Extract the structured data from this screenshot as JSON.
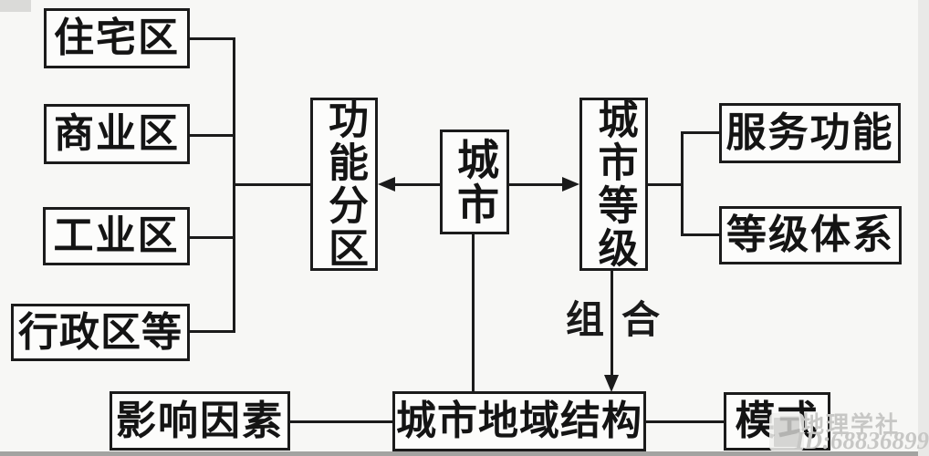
{
  "diagram": {
    "nodes": {
      "residential": {
        "label": "住宅区"
      },
      "commercial": {
        "label": "商业区"
      },
      "industrial": {
        "label": "工业区"
      },
      "administrative": {
        "label": "行政区等"
      },
      "functional_zoning": {
        "label": "功能分区"
      },
      "city": {
        "label": "城市"
      },
      "city_hierarchy": {
        "label": "城市等级"
      },
      "service_function": {
        "label": "服务功能"
      },
      "hierarchy_system": {
        "label": "等级体系"
      },
      "influencing_factors": {
        "label": "影响因素"
      },
      "urban_structure": {
        "label": "城市地域结构"
      },
      "model": {
        "label": "模式"
      }
    },
    "arrow_label": {
      "left_char": "组",
      "right_char": "合"
    },
    "watermark": {
      "name": "地理学社",
      "id_text": "ID:68836899"
    },
    "colors": {
      "background": "#f7f7f5",
      "line": "#1b1b1b",
      "box_fill": "#fcfcfb",
      "watermark": "#c7c7c5",
      "bottom_strip": "#a3a3a1"
    }
  }
}
